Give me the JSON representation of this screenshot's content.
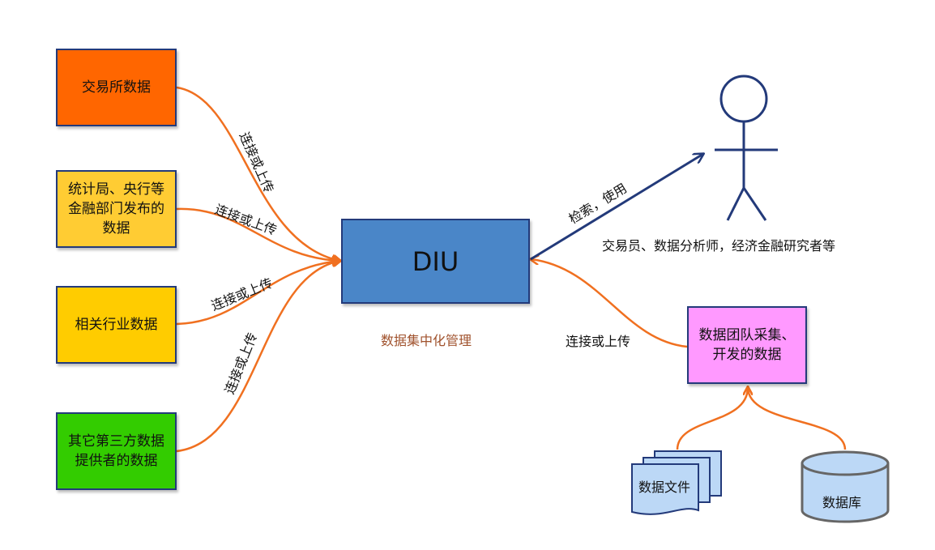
{
  "sources": [
    {
      "label": "交易所数据",
      "color": "#ff6600"
    },
    {
      "label": "统计局、央行等金融部门发布的数据",
      "color": "#ffcc33"
    },
    {
      "label": "相关行业数据",
      "color": "#ffcc00"
    },
    {
      "label": "其它第三方数据提供者的数据",
      "color": "#33cc00"
    }
  ],
  "center": {
    "label": "DIU",
    "caption": "数据集中化管理",
    "color": "#4a86c8"
  },
  "connection_label": "连接或上传",
  "usage_label": "检索，使用",
  "users_label": "交易员、数据分析师，经济金融研究者等",
  "team_box": {
    "label": "数据团队采集、开发的数据",
    "color": "#ff99ff"
  },
  "files_label": "数据文件",
  "database_label": "数据库",
  "colors": {
    "arrow_orange": "#f07020",
    "arrow_navy": "#233a7a",
    "caption": "#a0522d",
    "storage_fill": "#bcd8f6"
  }
}
